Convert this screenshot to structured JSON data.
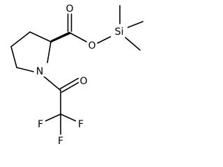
{
  "molecule": {
    "atom_labels": {
      "carbonyl_oxygen_top": "O",
      "ester_oxygen": "O",
      "silicon": "Si",
      "ring_nitrogen": "N",
      "amide_oxygen": "O",
      "fluorine_left": "F",
      "fluorine_bottom": "F",
      "fluorine_right": "F"
    }
  }
}
